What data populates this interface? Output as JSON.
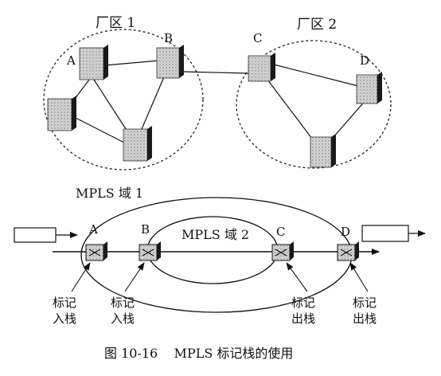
{
  "top": {
    "area1_label": "厂区 1",
    "area2_label": "厂区 2",
    "node_a": "A",
    "node_b": "B",
    "node_c": "C",
    "node_d": "D"
  },
  "bottom": {
    "domain1_label": "MPLS 域 1",
    "domain2_label": "MPLS 域 2",
    "node_a": "A",
    "node_b": "B",
    "node_c": "C",
    "node_d": "D",
    "push_a_line1": "标记",
    "push_a_line2": "入栈",
    "push_b_line1": "标记",
    "push_b_line2": "入栈",
    "pop_c_line1": "标记",
    "pop_c_line2": "出栈",
    "pop_d_line1": "标记",
    "pop_d_line2": "出栈"
  },
  "caption": "图 10-16    MPLS 标记栈的使用",
  "colors": {
    "ink": "#111111",
    "box_fill": "#c8c8c8",
    "box_side": "#1a1a1a"
  }
}
